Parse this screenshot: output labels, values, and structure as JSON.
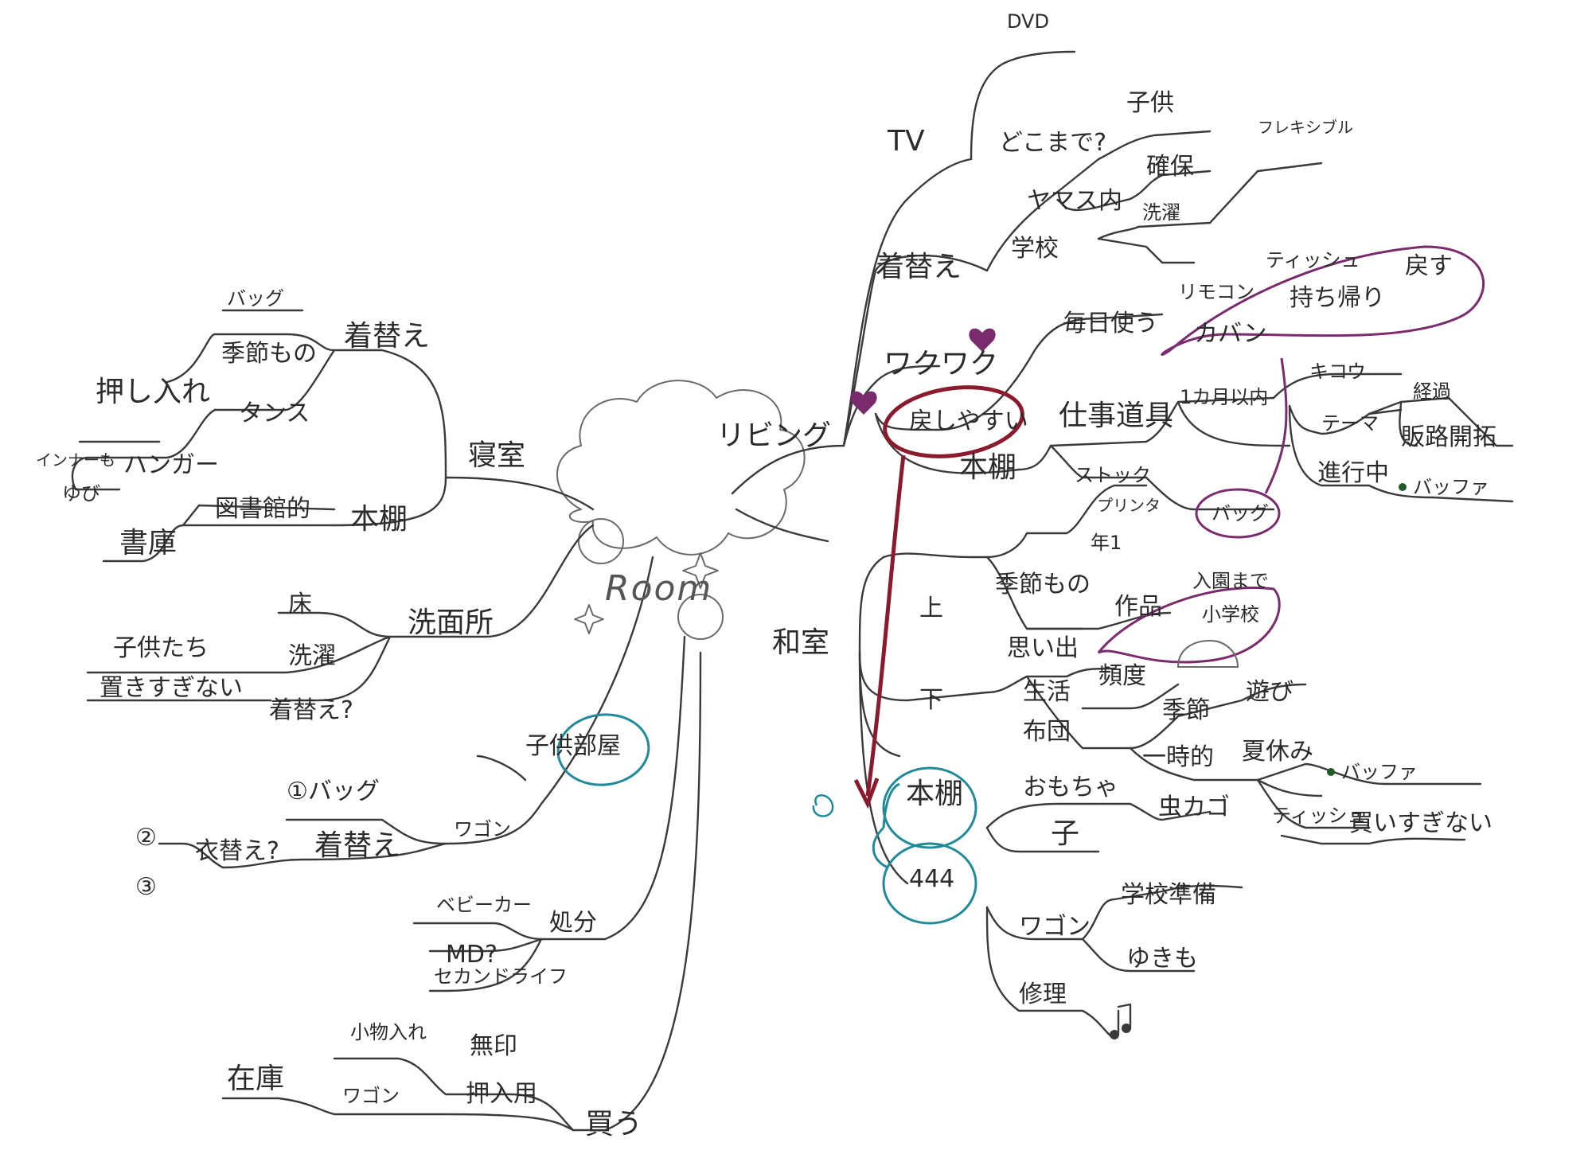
{
  "colors": {
    "ink": "#3a3a3a",
    "maroon": "#8b1a2e",
    "purple": "#7a2b6e",
    "teal": "#1f8a9a",
    "green": "#1e5a2a",
    "paper": "#ffffff"
  },
  "center": {
    "label": "Room"
  },
  "left": {
    "bedroom": {
      "label": "寝室",
      "kigae": "着替え",
      "bag": "バッグ",
      "kisetsu": "季節もの",
      "oshiire": "押し入れ",
      "tansu": "タンス",
      "hanger": "ハンガー",
      "inner": "インナーも",
      "yubi": "ゆび",
      "tosho": "図書館的",
      "hondana": "本棚",
      "shoko": "書庫"
    },
    "washroom": {
      "label": "洗面所",
      "yuka": "床",
      "sentaku": "洗濯",
      "kodomotachi": "子供たち",
      "okisugi": "置きすぎない",
      "kigae": "着替え?"
    },
    "kids": {
      "label": "子供部屋",
      "wagon": "ワゴン",
      "bag": "①バッグ",
      "kigae": "着替え",
      "koromo": "衣替え?",
      "n2": "②",
      "n3": "③"
    },
    "shobun": {
      "label": "処分",
      "baby": "ベビーカー",
      "md": "MD?",
      "second": "セカンドライフ"
    },
    "kau": {
      "label": "買う",
      "komono": "小物入れ",
      "muji": "無印",
      "zaiko": "在庫",
      "wagon": "ワゴン",
      "oshiire": "押入用"
    }
  },
  "right": {
    "living": {
      "label": "リビング",
      "tv": "TV",
      "dvd": "DVD",
      "kigae": "着替え",
      "dokomade": "どこまで?",
      "kodomo": "子供",
      "kakuho": "確保",
      "flexible": "フレキシブル",
      "yamasu": "ヤマス内",
      "gakko": "学校",
      "sensen": "洗濯",
      "wakuwaku": "ワクワク",
      "modoshi": "戻しやすい",
      "mainichi": "毎日使う",
      "remocon": "リモコン",
      "tissue": "ティッシュ",
      "kaban": "カバン",
      "mochikaeri": "持ち帰り",
      "modosu": "戻す",
      "shigoto": "仕事道具",
      "ikkagetsu": "1カ月以内",
      "kikou": "キコウ",
      "tema": "テーマ",
      "keika": "経過",
      "hanro": "販路開拓",
      "shinko": "進行中",
      "buffer": "バッファ",
      "hondana": "本棚",
      "stock": "ストック",
      "printer": "プリンタ",
      "bag": "バッグ"
    },
    "washitsu": {
      "label": "和室",
      "ue": "上",
      "kisetsu": "季節もの",
      "nen1": "年1",
      "omoide": "思い出",
      "sakuhin": "作品",
      "nyuen": "入園まで",
      "shogakko": "小学校",
      "shita": "下",
      "seikatsu": "生活",
      "futon": "布団",
      "hindo": "頻度",
      "kisetsu2": "季節",
      "asobi": "遊び",
      "ichiji": "一時的",
      "natsuyasumi": "夏休み",
      "buffer": "バッファ",
      "tissue": "ティッシュ",
      "kaisugi": "買いすぎない",
      "hondana": "本棚",
      "omocha": "おもちゃ",
      "ko": "子",
      "mushikago": "虫カゴ",
      "shelf_mark": "444",
      "wagon": "ワゴン",
      "gakkojunbi": "学校準備",
      "yukimo": "ゆきも",
      "shuri": "修理"
    }
  }
}
